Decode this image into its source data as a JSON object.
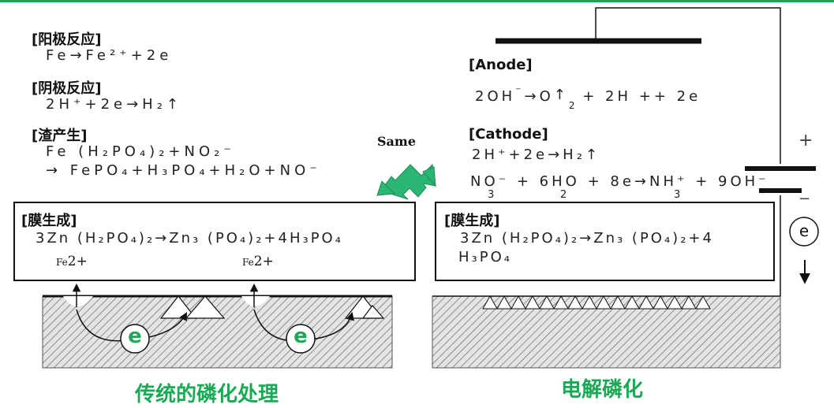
{
  "left": {
    "anode_title": "[阳极反应]",
    "anode_eq": "Fe→Fe²⁺+2e",
    "cathode_title": "[阴极反应]",
    "cathode_eq": "2H⁺+2e→H₂↑",
    "sludge_title": "[渣产生]",
    "sludge_eq1": "Fe (H₂PO₄)₂+NO₂⁻",
    "sludge_eq2": "→ FePO₄+H₃PO₄+H₂O+NO⁻",
    "film_title": "[膜生成]",
    "film_eq": "3Zn (H₂PO₄)₂→Zn₃ (PO₄)₂+4H₃PO₄",
    "fe_ion_label": "Fe",
    "fe_ion_charge": "2+",
    "electron_label": "e",
    "caption": "传统的磷化处理"
  },
  "right": {
    "anode_title": "[Anode]",
    "cathode_title": "[Cathode]",
    "cathode_eq1": "2H⁺+2e→H₂↑",
    "film_title": "[膜生成]",
    "film_eq_line1": "3Zn (H₂PO₄)₂→Zn₃ (PO₄)₂+4",
    "film_eq_line2": "H₃PO₄",
    "plus_sign": "+",
    "minus_sign": "−",
    "electron_label": "e",
    "caption": "电解磷化"
  },
  "middle": {
    "same_label": "Same"
  },
  "colors": {
    "accent_green": "#1aaa55",
    "arrow_green": "#2bb673",
    "rule": "#111111"
  }
}
